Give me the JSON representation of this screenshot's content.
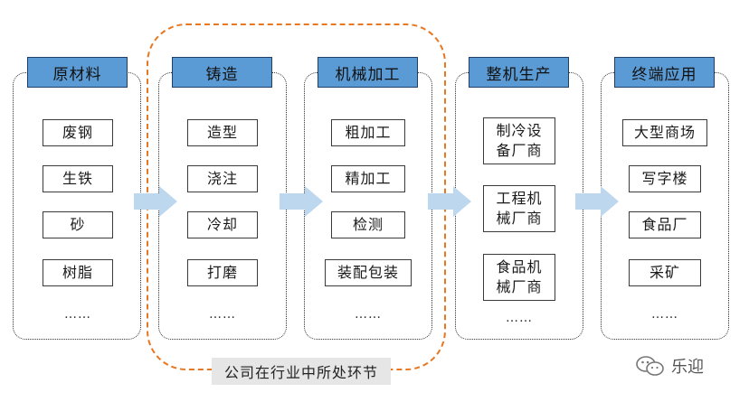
{
  "stages": [
    {
      "title": "原材料",
      "items": [
        "废钢",
        "生铁",
        "砂",
        "树脂"
      ],
      "more": "……"
    },
    {
      "title": "铸造",
      "items": [
        "造型",
        "浇注",
        "冷却",
        "打磨"
      ],
      "more": "……"
    },
    {
      "title": "机械加工",
      "items": [
        "粗加工",
        "精加工",
        "检测",
        "装配包装"
      ],
      "more": "……"
    },
    {
      "title": "整机生产",
      "items": [
        "制冷设\n备厂商",
        "工程机\n械厂商",
        "食品机\n械厂商"
      ],
      "more": "……"
    },
    {
      "title": "终端应用",
      "items": [
        "大型商场",
        "写字楼",
        "食品厂",
        "采矿"
      ],
      "more": "……"
    }
  ],
  "highlight": {
    "label": "公司在行业中所处环节",
    "color": "#e87722"
  },
  "watermark": {
    "text": "乐迎",
    "icon": "wechat-icon"
  },
  "colors": {
    "header_fill": "#5b9bd5",
    "arrow_fill": "#bdd7ee"
  }
}
